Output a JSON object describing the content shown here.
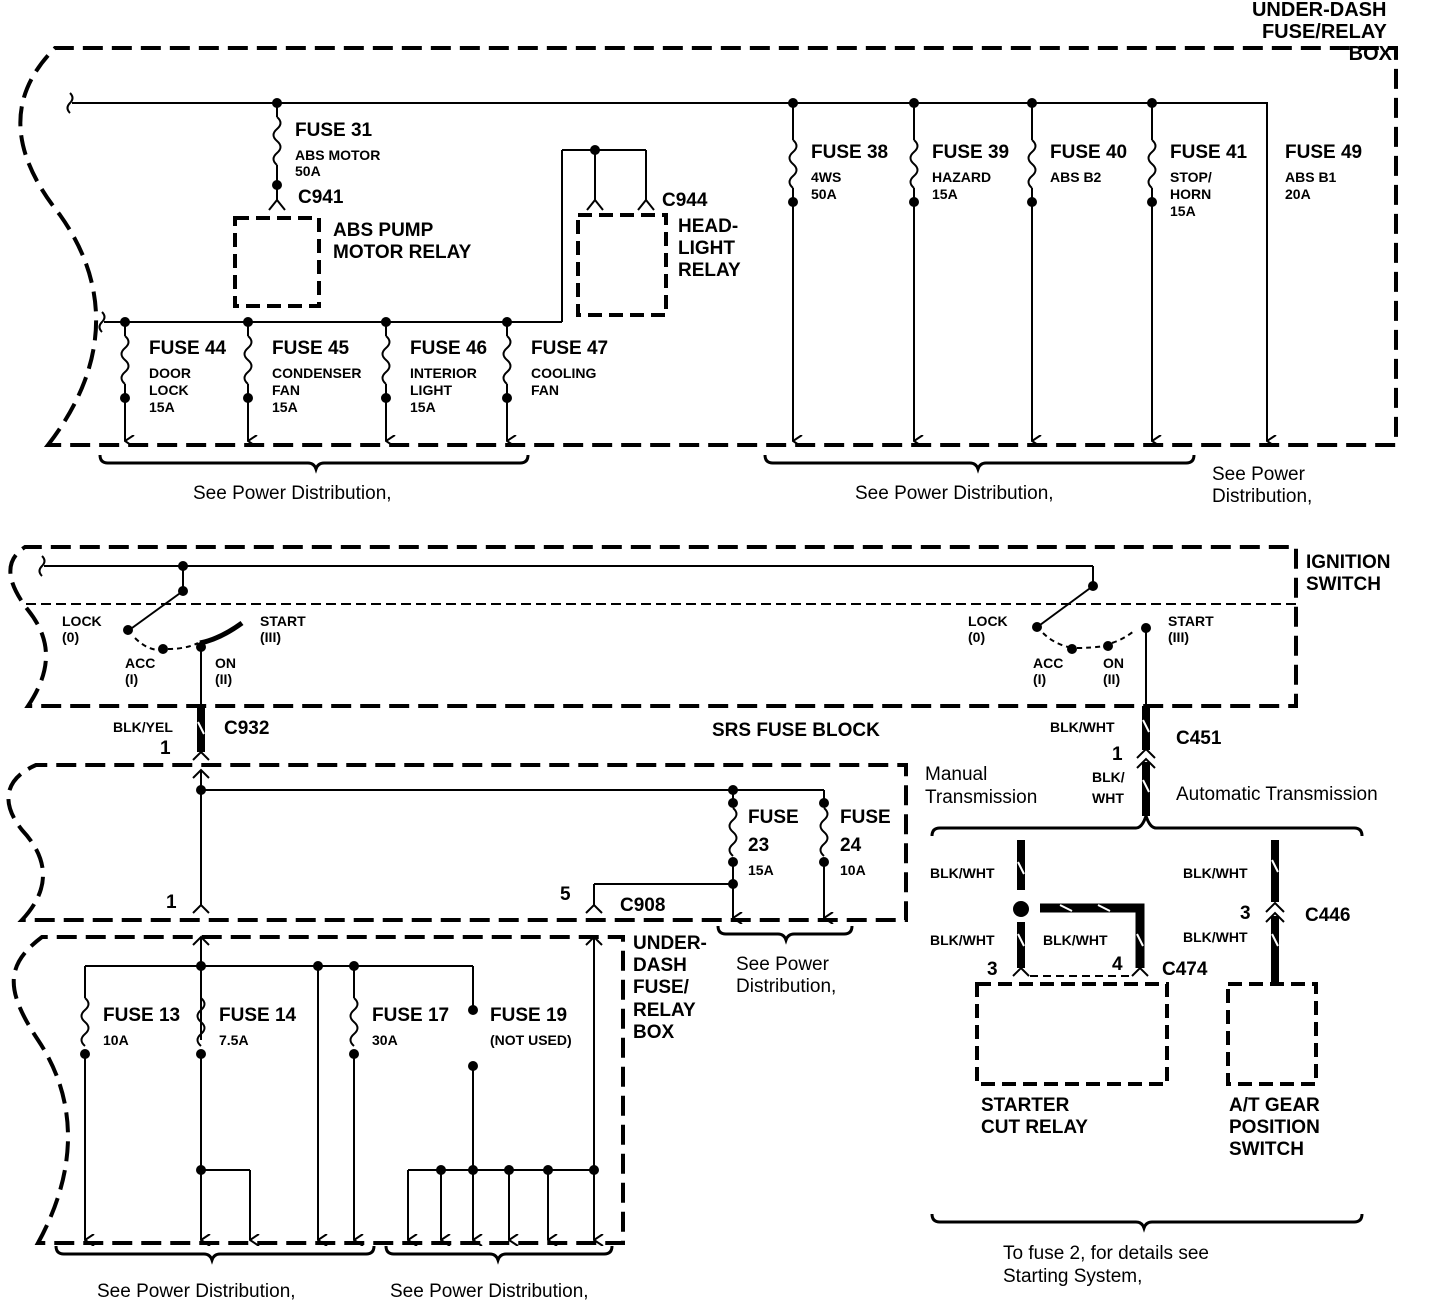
{
  "under_dash_top": {
    "box_label": [
      "UNDER-DASH",
      "FUSE/RELAY",
      "BOX"
    ],
    "fuses_upper": [
      {
        "name": "FUSE 31",
        "desc": [
          "ABS MOTOR",
          "50A"
        ]
      },
      {
        "name": "FUSE 38",
        "desc": [
          "4WS",
          "50A"
        ]
      },
      {
        "name": "FUSE 39",
        "desc": [
          "HAZARD",
          "15A"
        ]
      },
      {
        "name": "FUSE 40",
        "desc": [
          "ABS B2"
        ]
      },
      {
        "name": "FUSE 41",
        "desc": [
          "STOP/",
          "HORN",
          "15A"
        ]
      },
      {
        "name": "FUSE 49",
        "desc": [
          "ABS B1",
          "20A"
        ]
      }
    ],
    "fuses_lower": [
      {
        "name": "FUSE 44",
        "desc": [
          "DOOR",
          "LOCK",
          "15A"
        ]
      },
      {
        "name": "FUSE 45",
        "desc": [
          "CONDENSER",
          "FAN",
          "15A"
        ]
      },
      {
        "name": "FUSE 46",
        "desc": [
          "INTERIOR",
          "LIGHT",
          "15A"
        ]
      },
      {
        "name": "FUSE 47",
        "desc": [
          "COOLING",
          "FAN"
        ]
      }
    ],
    "connectors": {
      "c941": "C941",
      "c944": "C944"
    },
    "relays": {
      "abs_pump": [
        "ABS PUMP",
        "MOTOR RELAY"
      ],
      "headlight": [
        "HEAD-",
        "LIGHT",
        "RELAY"
      ]
    },
    "see_left": "See Power Distribution,",
    "see_mid": "See Power Distribution,",
    "see_right": [
      "See Power",
      "Distribution,"
    ]
  },
  "ignition": {
    "label": [
      "IGNITION",
      "SWITCH"
    ],
    "left": {
      "lock": [
        "LOCK",
        "(0)"
      ],
      "acc": [
        "ACC",
        "(I)"
      ],
      "on": [
        "ON",
        "(II)"
      ],
      "start": [
        "START",
        "(III)"
      ]
    },
    "right": {
      "lock": [
        "LOCK",
        "(0)"
      ],
      "acc": [
        "ACC",
        "(I)"
      ],
      "on": [
        "ON",
        "(II)"
      ],
      "start": [
        "START",
        "(III)"
      ]
    }
  },
  "srs": {
    "wire_left": "BLK/YEL",
    "pin_left": "1",
    "connector": "C932",
    "label": "SRS FUSE BLOCK",
    "fuse23": [
      "FUSE",
      "23",
      "15A"
    ],
    "fuse24": [
      "FUSE",
      "24",
      "10A"
    ],
    "pin1": "1",
    "pin5": "5",
    "c908": "C908",
    "see": [
      "See Power",
      "Distribution,"
    ]
  },
  "under_dash_bottom": {
    "box_label": [
      "UNDER-",
      "DASH",
      "FUSE/",
      "RELAY",
      "BOX"
    ],
    "fuses": [
      {
        "name": "FUSE 13",
        "desc": "10A"
      },
      {
        "name": "FUSE 14",
        "desc": "7.5A"
      },
      {
        "name": "FUSE 17",
        "desc": "30A"
      },
      {
        "name": "FUSE 19",
        "desc": "(NOT USED)"
      }
    ],
    "see_left": "See Power Distribution,",
    "see_right": "See Power Distribution,"
  },
  "starter": {
    "wire_top": "BLK/WHT",
    "pin_top": "1",
    "connector_top": "C451",
    "wire_split": [
      "BLK/",
      "WHT"
    ],
    "manual": [
      "Manual",
      "Transmission"
    ],
    "automatic": "Automatic Transmission",
    "manual_wire_a": "BLK/WHT",
    "manual_wire_b": "BLK/WHT",
    "manual_wire_c": "BLK/WHT",
    "pin3": "3",
    "pin4": "4",
    "c474": "C474",
    "auto_wire_a": "BLK/WHT",
    "auto_wire_b": "BLK/WHT",
    "auto_pin": "3",
    "c446": "C446",
    "starter_relay": [
      "STARTER",
      "CUT RELAY"
    ],
    "gear_switch": [
      "A/T GEAR",
      "POSITION",
      "SWITCH"
    ],
    "footer": [
      "To fuse 2, for details see",
      "Starting System,"
    ]
  }
}
